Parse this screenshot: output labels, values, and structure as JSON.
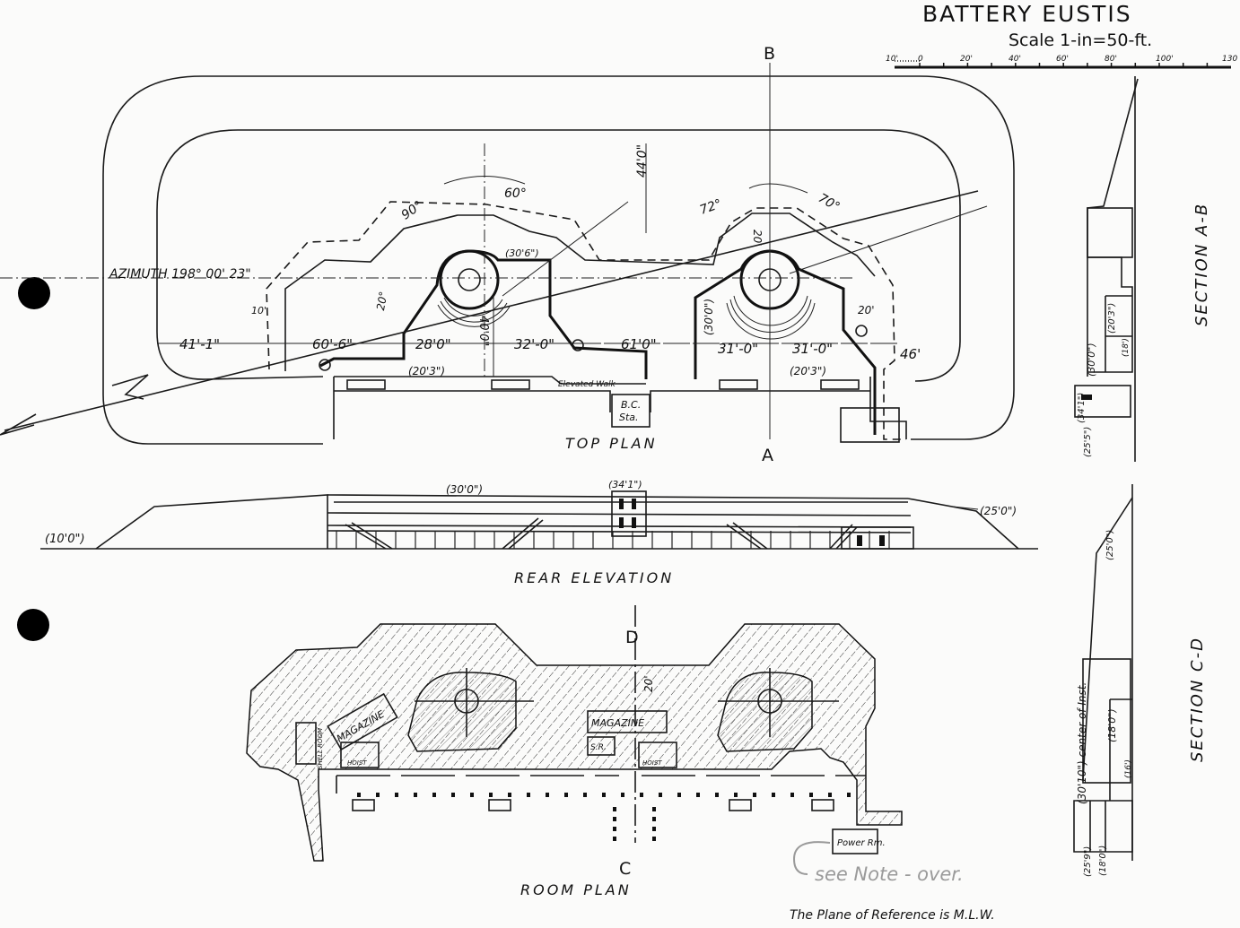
{
  "header": {
    "title": "BATTERY EUSTIS",
    "scale": "Scale 1-in=50-ft.",
    "scale_ticks": [
      "10'",
      "0",
      "20'",
      "40'",
      "60'",
      "80'",
      "100'",
      "130"
    ]
  },
  "top_plan": {
    "label": "TOP PLAN",
    "section_top": "B",
    "section_bottom": "A",
    "azimuth": "AZIMUTH 198° 00' 23\"",
    "angles": [
      "90°",
      "60°",
      "72°",
      "70°"
    ],
    "dims": {
      "d41": "41'-1\"",
      "d10": "10'",
      "d60": "60'-6\"",
      "d28": "28'0\"",
      "d32": "32'-0\"",
      "d61": "61'0\"",
      "d31a": "31'-0\"",
      "d31b": "31'-0\"",
      "d46": "46'",
      "d20a": "20°",
      "d20b": "20'",
      "d20c": "20'",
      "d44": "44'0\"",
      "d40": "40'0\""
    },
    "elevations": [
      "(30'6\")",
      "(20'3\")",
      "(30'0\")",
      "(20'3\")"
    ],
    "elevated_walk": "Elevated Walk",
    "bc_station": [
      "B.C.",
      "Sta."
    ]
  },
  "rear_elevation": {
    "label": "REAR ELEVATION",
    "levels": [
      "(10'0\")",
      "(30'0\")",
      "(34'1\")",
      "(25'0\")"
    ]
  },
  "room_plan": {
    "label": "ROOM PLAN",
    "section_top": "D",
    "section_bottom": "C",
    "magazine_left": "MAGAZINE",
    "magazine_right": "MAGAZINE",
    "shell_room": "SHELL ROOM",
    "hoist_left": "HOIST",
    "hoist_right": "HOIST",
    "shell_room_short": "S.R.",
    "power_room": "Power Rm.",
    "dim20": "20'"
  },
  "section_ab": {
    "label": "SECTION A-B",
    "levels": [
      "(30'0\")",
      "(20'3\")",
      "(34'1\")",
      "(25'5\")",
      "(18')"
    ]
  },
  "section_cd": {
    "label": "SECTION C-D",
    "levels": [
      "(25'0\")",
      "(30'10\") center of Inst.",
      "(18'0\")",
      "(25'9\")",
      "(18'0\")",
      "(16')"
    ]
  },
  "notes": {
    "pencil_note": "see Note - over.",
    "reference": "The Plane of Reference is M.L.W."
  }
}
